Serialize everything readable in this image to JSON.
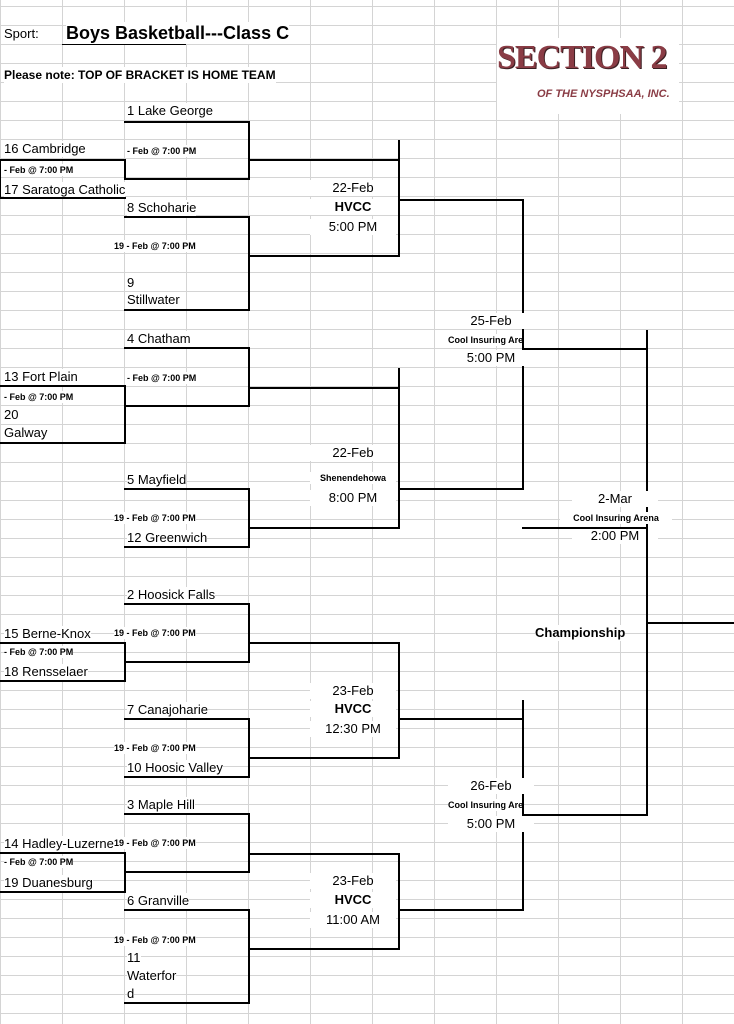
{
  "header": {
    "sport_label": "Sport:",
    "sport_value": "Boys Basketball---Class C",
    "note": "Please note: TOP OF BRACKET IS HOME TEAM"
  },
  "logo": {
    "text": "SECTION 2",
    "subtitle": "OF THE NYSPHSAA, INC.",
    "color": "#8a3c45"
  },
  "first_round": {
    "cambridge": "16 Cambridge",
    "saratoga": "17 Saratoga Catholic",
    "game1": "- Feb @ 7:00 PM",
    "fort_plain": "13 Fort Plain",
    "galway_seed": "20",
    "galway": "Galway",
    "game2": "- Feb @ 7:00 PM",
    "berne": "15 Berne-Knox",
    "rensselaer": "18 Rensselaer",
    "game3": "- Feb @ 7:00 PM",
    "hadley": "14 Hadley-Luzerne",
    "duanesburg": "19 Duanesburg",
    "game4": "- Feb @ 7:00 PM"
  },
  "second_round": {
    "lake_george": "1 Lake George",
    "g1": "- Feb @ 7:00 PM",
    "schoharie": "8 Schoharie",
    "g2": "19 - Feb @ 7:00 PM",
    "stillwater_seed": "9",
    "stillwater": "Stillwater",
    "chatham": "4 Chatham",
    "g3": "- Feb @ 7:00 PM",
    "mayfield": "5 Mayfield",
    "g4": "19 - Feb @ 7:00 PM",
    "greenwich": "12 Greenwich",
    "hoosick_falls": "2 Hoosick Falls",
    "g5": "19 - Feb @ 7:00 PM",
    "canajoharie": "7 Canajoharie",
    "g6": "19 - Feb @ 7:00 PM",
    "hoosic_valley": "10 Hoosic Valley",
    "maple_hill": "3 Maple Hill",
    "g7": "19 - Feb @ 7:00 PM",
    "granville": "6 Granville",
    "g8": "19 - Feb @ 7:00 PM",
    "waterford_seed": "11",
    "waterford_a": "Waterfor",
    "waterford_b": "d"
  },
  "quarterfinals": [
    {
      "date": "22-Feb",
      "venue": "HVCC",
      "time": "5:00 PM"
    },
    {
      "date": "22-Feb",
      "venue": "Shenendehowa",
      "time": "8:00 PM"
    },
    {
      "date": "23-Feb",
      "venue": "HVCC",
      "time": "12:30 PM"
    },
    {
      "date": "23-Feb",
      "venue": "HVCC",
      "time": "11:00 AM"
    }
  ],
  "semifinals": [
    {
      "date": "25-Feb",
      "venue": "Cool Insuring Arena",
      "time": "5:00 PM"
    },
    {
      "date": "26-Feb",
      "venue": "Cool Insuring Arena",
      "time": "5:00 PM"
    }
  ],
  "final": {
    "date": "2-Mar",
    "venue": "Cool Insuring Arena",
    "time": "2:00 PM",
    "label": "Championship"
  }
}
